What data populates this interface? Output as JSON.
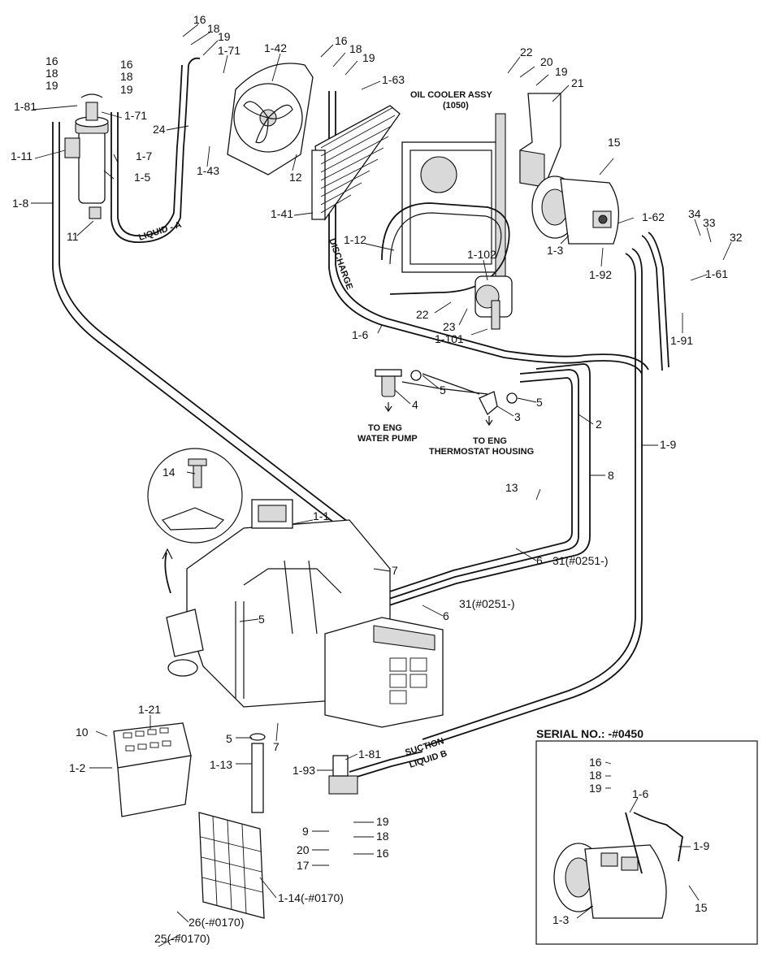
{
  "notes": {
    "oil_cooler_line1": "OIL COOLER ASSY",
    "oil_cooler_line2": "(1050)",
    "water_pump_line1": "TO ENG",
    "water_pump_line2": "WATER PUMP",
    "thermostat_line1": "TO ENG",
    "thermostat_line2": "THERMOSTAT HOUSING",
    "serial": "SERIAL NO.: -#0450"
  },
  "hose_prints": {
    "liquid_a": "LIQUID - A",
    "suction": "SUCTION",
    "liquid_b": "LIQUID B",
    "discharge": "DISCHARGE"
  },
  "callouts": {
    "c16a": "16",
    "c18a": "18",
    "c19a": "19",
    "c1_71a": "1-71",
    "c1_42": "1-42",
    "c16b": "16",
    "c18b": "18",
    "c19b": "19",
    "c1_63": "1-63",
    "c22a": "22",
    "c20a": "20",
    "c19c": "19",
    "c21": "21",
    "c16c": "16",
    "c16d": "16",
    "c18c": "18",
    "c18d": "18",
    "c19d": "19",
    "c19e": "19",
    "c1_81a": "1-81",
    "c1_71b": "1-71",
    "c1_11": "1-11",
    "c1_7": "1-7",
    "c1_5": "1-5",
    "c1_8": "1-8",
    "c11": "11",
    "c24": "24",
    "c1_43": "1-43",
    "c12": "12",
    "c1_41": "1-41",
    "c1_12": "1-12",
    "c1_102": "1-102",
    "c15a": "15",
    "c1_62": "1-62",
    "c34": "34",
    "c33": "33",
    "c32": "32",
    "c1_3a": "1-3",
    "c1_92": "1-92",
    "c1_61": "1-61",
    "c1_91": "1-91",
    "c22b": "22",
    "c23": "23",
    "c1_101": "1-101",
    "c1_6a": "1-6",
    "c5a": "5",
    "c5b": "5",
    "c4": "4",
    "c3": "3",
    "c2": "2",
    "c1_9a": "1-9",
    "c8": "8",
    "c14": "14",
    "c13": "13",
    "c1_1": "1-1",
    "c7a": "7",
    "c6a": "6",
    "c31a": "31(#0251-)",
    "c6b": "6",
    "c31b": "31(#0251-)",
    "c5c": "5",
    "c1_21": "1-21",
    "c10": "10",
    "c1_2": "1-2",
    "c5d": "5",
    "c7b": "7",
    "c1_13": "1-13",
    "c1_81b": "1-81",
    "c1_93": "1-93",
    "c9": "9",
    "c19f": "19",
    "c18e": "18",
    "c20b": "20",
    "c16e": "16",
    "c17": "17",
    "c1_14": "1-14(-#0170)",
    "c26": "26(-#0170)",
    "c25": "25(-#0170)",
    "c16f": "16",
    "c18f": "18",
    "c19g": "19",
    "c1_6b": "1-6",
    "c1_9b": "1-9",
    "c15b": "15",
    "c1_3b": "1-3"
  }
}
